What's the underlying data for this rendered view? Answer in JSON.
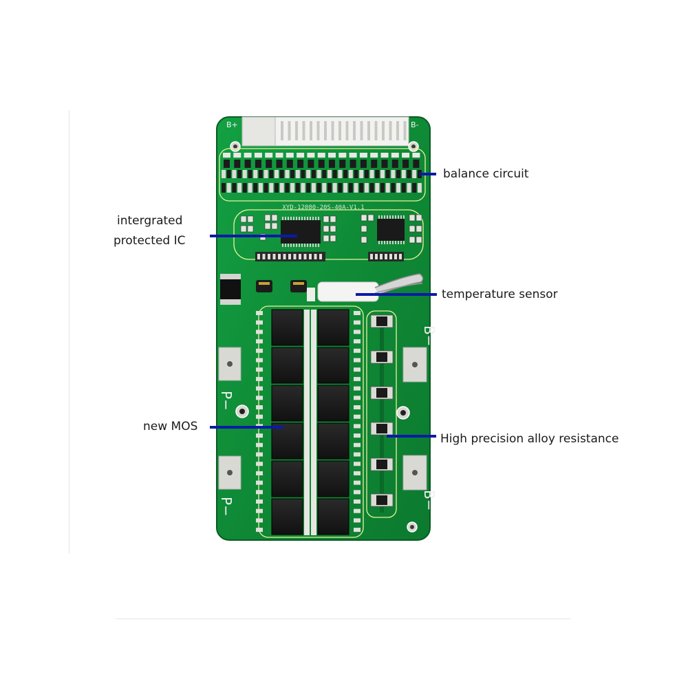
{
  "board": {
    "code": "XYD-12080-20S-40A-V1.1",
    "terminals": {
      "b_plus": "B+",
      "b_minus_top_corner": "B-",
      "b_minus_right_top": "B−",
      "b_minus_right_bottom": "B−",
      "p_minus_upper": "P−",
      "p_minus_lower": "P−"
    },
    "colors": {
      "pcb": "#0f8a36",
      "pcb_dark": "#0a6a28",
      "callout_line": "#0a1aa8",
      "highlight_outline": "#e8f59a"
    }
  },
  "callouts": {
    "balance_circuit": "balance circuit",
    "ic_line1": "intergrated",
    "ic_line2": "protected IC",
    "temperature_sensor": "temperature sensor",
    "new_mos": "new MOS",
    "alloy_resistance": "High precision alloy resistance"
  }
}
